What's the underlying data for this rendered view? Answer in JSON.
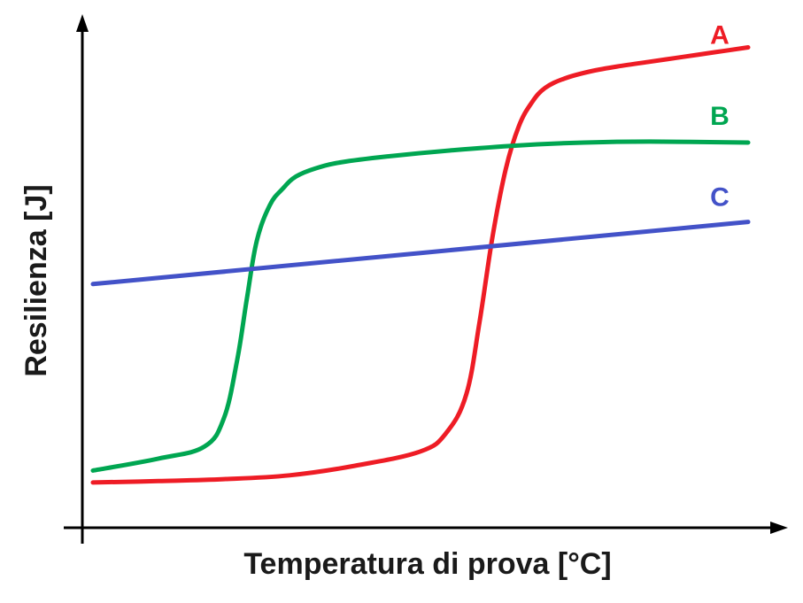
{
  "chart_data": {
    "type": "line",
    "xlabel": "Temperatura di prova [°C]",
    "ylabel": "Resilienza [J]",
    "xlim": [
      0,
      100
    ],
    "ylim": [
      0,
      100
    ],
    "grid": false,
    "axis_ticks": false,
    "series": [
      {
        "name": "A",
        "color": "#ee1c25",
        "x": [
          0,
          10,
          20,
          30,
          40,
          50,
          54,
          57,
          59,
          61,
          63,
          65,
          67,
          69,
          72,
          76,
          80,
          85,
          90,
          95,
          100
        ],
        "y": [
          6.5,
          6.8,
          7.2,
          8.0,
          10,
          13,
          17,
          25,
          40,
          58,
          72,
          81,
          86,
          89,
          91,
          92.5,
          93.5,
          94.5,
          95.5,
          96.5,
          97.5
        ]
      },
      {
        "name": "B",
        "color": "#00a651",
        "x": [
          0,
          10,
          17,
          20,
          22,
          23.5,
          25,
          27,
          29,
          31,
          34,
          38,
          45,
          55,
          65,
          75,
          85,
          100
        ],
        "y": [
          9,
          11.5,
          14,
          20,
          32,
          45,
          57,
          64.5,
          68,
          70.5,
          72.2,
          73.5,
          74.7,
          76,
          77,
          77.6,
          77.8,
          77.6
        ]
      },
      {
        "name": "C",
        "color": "#4352c8",
        "x": [
          0,
          100
        ],
        "y": [
          48,
          61
        ]
      }
    ]
  }
}
